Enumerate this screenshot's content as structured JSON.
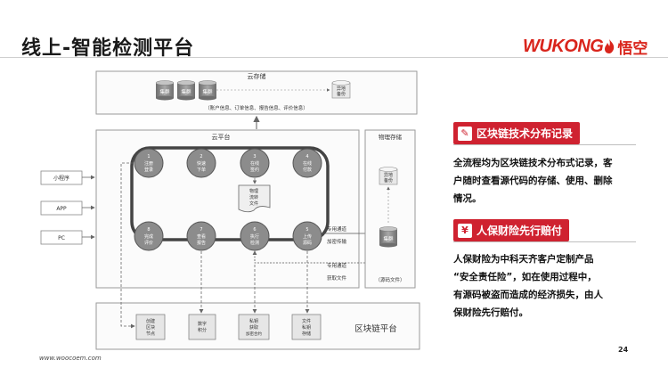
{
  "page": {
    "title": "线上-智能检测平台",
    "logo_text": "WUKONG",
    "logo_cn": "悟空",
    "page_number": "24",
    "website": "www.woocoem.com"
  },
  "diagram": {
    "cloud_storage": {
      "title": "云存储",
      "clusters": [
        "集群",
        "集群",
        "集群"
      ],
      "offsite_backup": [
        "异地",
        "备份"
      ],
      "info_text": "（账户信息、订单信息、报告信息、评价信息）"
    },
    "cloud_platform": {
      "title": "云平台",
      "steps_top": [
        {
          "num": "1",
          "line1": "注册",
          "line2": "登录"
        },
        {
          "num": "2",
          "line1": "快速",
          "line2": "下单"
        },
        {
          "num": "3",
          "line1": "在线",
          "line2": "签约"
        },
        {
          "num": "4",
          "line1": "在线",
          "line2": "付款"
        }
      ],
      "steps_bottom": [
        {
          "num": "8",
          "line1": "完成",
          "line2": "评价"
        },
        {
          "num": "7",
          "line1": "查看",
          "line2": "报告"
        },
        {
          "num": "6",
          "line1": "执行",
          "line2": "检测"
        },
        {
          "num": "5",
          "line1": "上传",
          "line2": "源码"
        }
      ],
      "doc": [
        "物理",
        "流转",
        "文件"
      ]
    },
    "physical_storage": {
      "title": "物理存储",
      "offsite_backup": [
        "异地",
        "备份"
      ],
      "cluster": "集群",
      "source_files": "（源码文件）"
    },
    "clients": [
      "小程序",
      "APP",
      "PC"
    ],
    "channels": {
      "dedicated_1": "专用通道",
      "encrypted": "加密传输",
      "dedicated_2": "专用通道",
      "fetch": "获取文件"
    },
    "blockchain": {
      "title": "区块链平台",
      "items": [
        [
          "创建",
          "区块",
          "节点"
        ],
        [
          "数字",
          "积分"
        ],
        [
          "私钥",
          "获取",
          "加密合约"
        ],
        [
          "文件",
          "私钥",
          "存储"
        ]
      ]
    }
  },
  "features": [
    {
      "icon": "document-pen-icon",
      "label": "区块链技术分布记录",
      "lines": [
        "全流程均为区块链技术分布式记录，客",
        "户随时查看源代码的存储、使用、删除",
        "情况。"
      ]
    },
    {
      "icon": "yen-bag-icon",
      "label": "人保财险先行赔付",
      "lines": [
        "人保财险为中科天齐客户定制产品",
        "“安全责任险”，如在使用过程中，",
        "有源码被盗而造成的经济损失，由人",
        "保财险先行赔付。"
      ]
    }
  ],
  "colors": {
    "accent_red": "#cf2230",
    "logo_red": "#d9251c",
    "node_gray": "#8c8c8c",
    "box_border": "#9a9a9a"
  }
}
